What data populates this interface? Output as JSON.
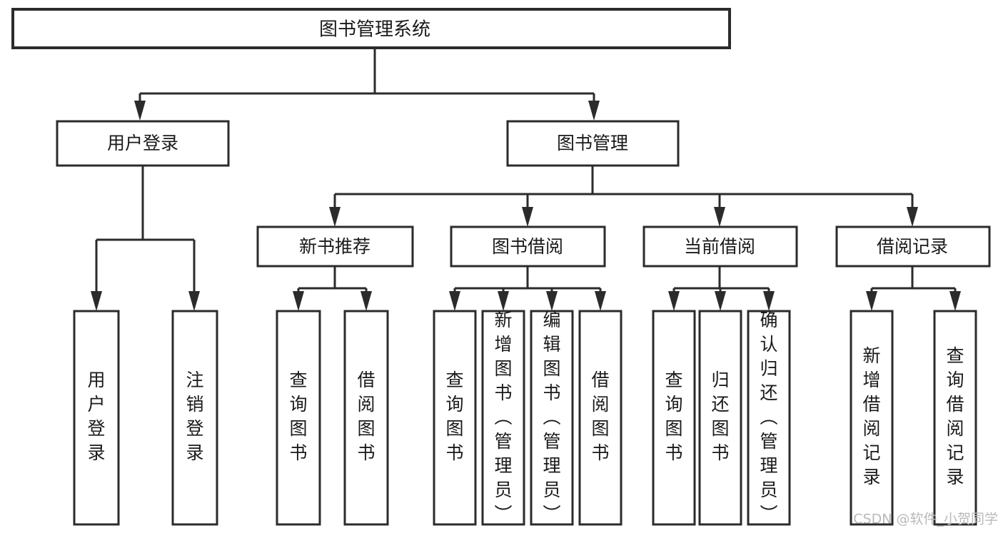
{
  "diagram": {
    "title": "图书管理系统",
    "type": "functional-structure-tree",
    "root": {
      "id": "root",
      "label": "图书管理系统"
    },
    "level1": [
      {
        "id": "user-login",
        "label": "用户登录"
      },
      {
        "id": "book-manage",
        "label": "图书管理"
      }
    ],
    "level2": [
      {
        "id": "new-book-recommend",
        "label": "新书推荐",
        "parent": "book-manage"
      },
      {
        "id": "book-borrow",
        "label": "图书借阅",
        "parent": "book-manage"
      },
      {
        "id": "current-borrow",
        "label": "当前借阅",
        "parent": "book-manage"
      },
      {
        "id": "borrow-record",
        "label": "借阅记录",
        "parent": "book-manage"
      }
    ],
    "leaves": {
      "user-login": [
        {
          "id": "leaf-user-login",
          "label": "用户登录"
        },
        {
          "id": "leaf-user-logout",
          "label": "注销登录"
        }
      ],
      "new-book-recommend": [
        {
          "id": "leaf-query-book-1",
          "label": "查询图书"
        },
        {
          "id": "leaf-borrow-book-1",
          "label": "借阅图书"
        }
      ],
      "book-borrow": [
        {
          "id": "leaf-query-book-2",
          "label": "查询图书"
        },
        {
          "id": "leaf-add-book",
          "label": "新增图书（管理员）"
        },
        {
          "id": "leaf-edit-book",
          "label": "编辑图书（管理员）"
        },
        {
          "id": "leaf-borrow-book-2",
          "label": "借阅图书"
        }
      ],
      "current-borrow": [
        {
          "id": "leaf-query-book-3",
          "label": "查询图书"
        },
        {
          "id": "leaf-return-book",
          "label": "归还图书"
        },
        {
          "id": "leaf-confirm-return",
          "label": "确认归还（管理员）"
        }
      ],
      "borrow-record": [
        {
          "id": "leaf-add-record",
          "label": "新增借阅记录"
        },
        {
          "id": "leaf-query-record",
          "label": "查询借阅记录"
        }
      ]
    },
    "watermark": "CSDN @软件_小贺同学",
    "colors": {
      "stroke": "#2b2b2b",
      "fill": "#ffffff",
      "text": "#1a1a1a",
      "watermark": "#b9b9b9",
      "background": "#ffffff"
    }
  }
}
